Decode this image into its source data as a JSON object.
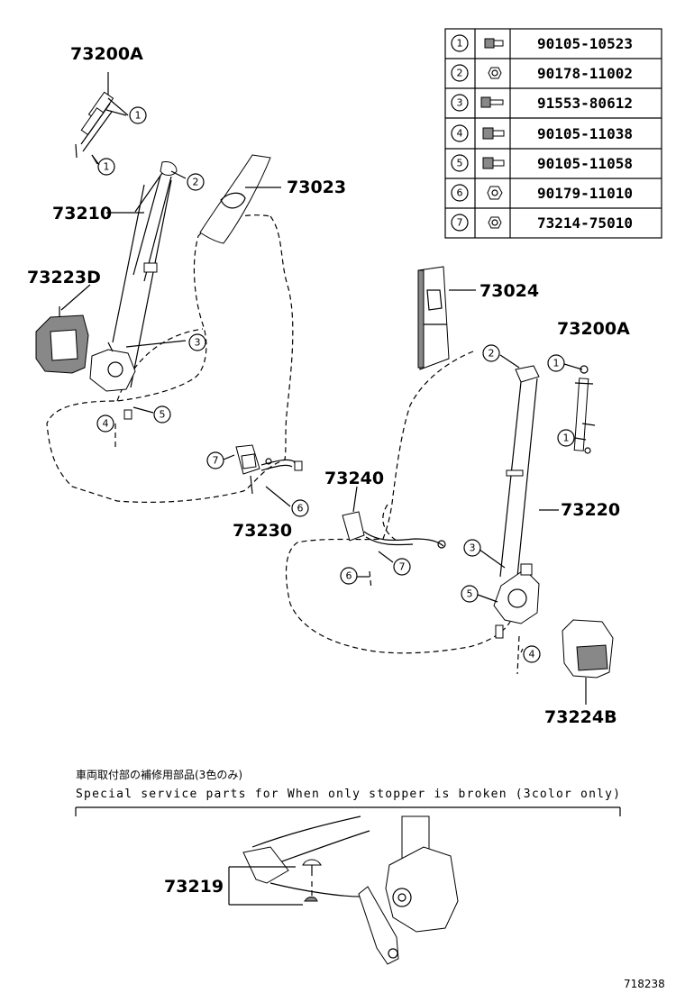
{
  "fastener_table": [
    {
      "key": "1",
      "part_no": "90105-10523",
      "icon": "bolt-icon"
    },
    {
      "key": "2",
      "part_no": "90178-11002",
      "icon": "nut-icon"
    },
    {
      "key": "3",
      "part_no": "91553-80612",
      "icon": "bolt-icon"
    },
    {
      "key": "4",
      "part_no": "90105-11038",
      "icon": "bolt-icon"
    },
    {
      "key": "5",
      "part_no": "90105-11058",
      "icon": "bolt-icon"
    },
    {
      "key": "6",
      "part_no": "90179-11010",
      "icon": "nut-icon"
    },
    {
      "key": "7",
      "part_no": "73214-75010",
      "icon": "nut-icon"
    }
  ],
  "labels": {
    "p73200A_left": "73200A",
    "p73210": "73210",
    "p73023": "73023",
    "p73223D": "73223D",
    "p73240": "73240",
    "p73230": "73230",
    "p73024": "73024",
    "p73200A_right": "73200A",
    "p73220": "73220",
    "p73224B": "73224B",
    "p73219": "73219"
  },
  "callouts": {
    "left_1a": "1",
    "left_1b": "1",
    "left_2": "2",
    "left_3": "3",
    "left_4": "4",
    "left_5": "5",
    "mid_7a": "7",
    "mid_6a": "6",
    "right_2": "2",
    "right_1a": "1",
    "right_1b": "1",
    "right_3": "3",
    "right_5": "5",
    "right_4": "4",
    "right_6": "6",
    "right_7": "7"
  },
  "note": {
    "japanese": "車両取付部の補修用部品(3色のみ)",
    "english": "Special  service  parts  for  When  only  stopper  is  broken  (3color  only)"
  },
  "figure_id": "718238"
}
